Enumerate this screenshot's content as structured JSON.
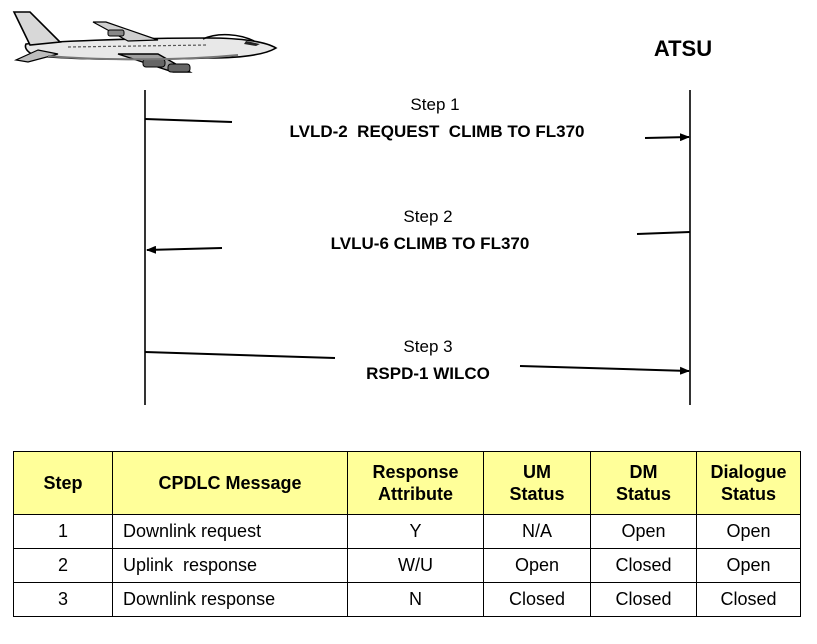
{
  "header": {
    "ground_label": "ATSU"
  },
  "exchange": [
    {
      "step": "Step 1",
      "message": "LVLD-2  REQUEST  CLIMB TO FL370",
      "direction": "to-ground"
    },
    {
      "step": "Step 2",
      "message": "LVLU-6 CLIMB TO FL370",
      "direction": "to-aircraft"
    },
    {
      "step": "Step 3",
      "message": "RSPD-1 WILCO",
      "direction": "to-ground"
    }
  ],
  "table": {
    "headers": [
      [
        "Step"
      ],
      [
        "CPDLC Message"
      ],
      [
        "Response",
        "Attribute"
      ],
      [
        "UM",
        "Status"
      ],
      [
        "DM",
        "Status"
      ],
      [
        "Dialogue",
        "Status"
      ]
    ],
    "rows": [
      [
        "1",
        "Downlink request",
        "Y",
        "N/A",
        "Open",
        "Open"
      ],
      [
        "2",
        "Uplink  response",
        "W/U",
        "Open",
        "Closed",
        "Open"
      ],
      [
        "3",
        "Downlink response",
        "N",
        "Closed",
        "Closed",
        "Closed"
      ]
    ]
  },
  "colors": {
    "header_fill": "#ffff99",
    "line": "#000000"
  }
}
